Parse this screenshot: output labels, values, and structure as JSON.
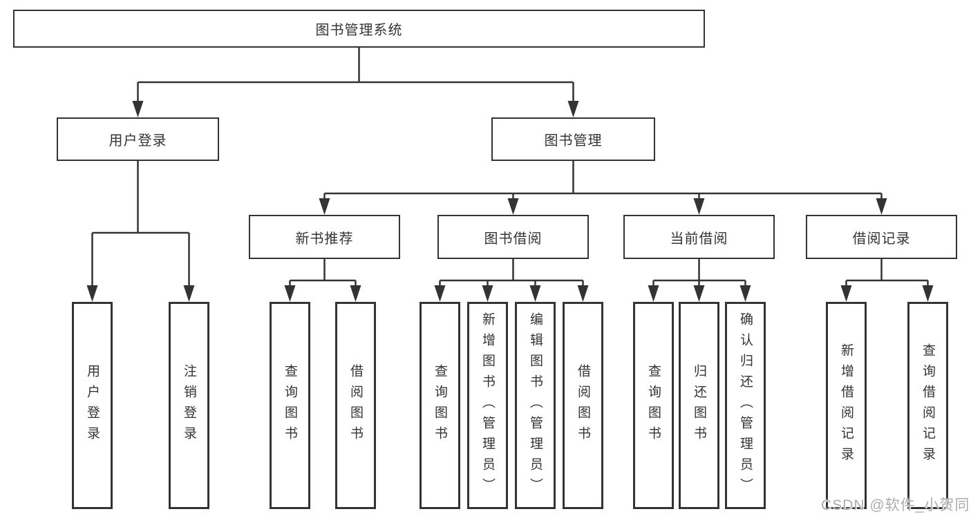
{
  "root": {
    "label": "图书管理系统"
  },
  "user_login_branch": {
    "label": "用户登录",
    "leaves": [
      {
        "label": "用户登录"
      },
      {
        "label": "注销登录"
      }
    ]
  },
  "book_mgmt_branch": {
    "label": "图书管理",
    "children": [
      {
        "label": "新书推荐",
        "leaves": [
          {
            "label": "查询图书"
          },
          {
            "label": "借阅图书"
          }
        ]
      },
      {
        "label": "图书借阅",
        "leaves": [
          {
            "label": "查询图书"
          },
          {
            "label": "新增图书（管理员）"
          },
          {
            "label": "编辑图书（管理员）"
          },
          {
            "label": "借阅图书"
          }
        ]
      },
      {
        "label": "当前借阅",
        "leaves": [
          {
            "label": "查询图书"
          },
          {
            "label": "归还图书"
          },
          {
            "label": "确认归还（管理员）"
          }
        ]
      },
      {
        "label": "借阅记录",
        "leaves": [
          {
            "label": "新增借阅记录"
          },
          {
            "label": "查询借阅记录"
          }
        ]
      }
    ]
  },
  "watermark": {
    "text": "CSDN @软件_小贺同学"
  },
  "colors": {
    "line": "#333333",
    "text": "#333333",
    "background": "#ffffff",
    "watermark": "#a9acb1"
  }
}
